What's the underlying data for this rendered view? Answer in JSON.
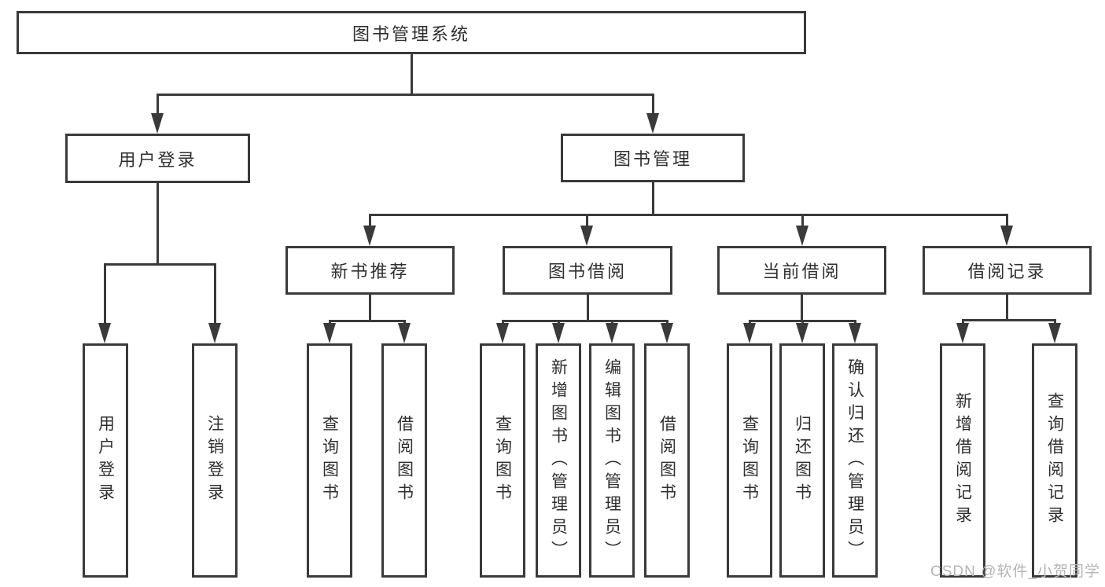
{
  "diagram": {
    "root": {
      "label": "图书管理系统"
    },
    "level2": [
      {
        "label": "用户登录"
      },
      {
        "label": "图书管理"
      }
    ],
    "level3": [
      {
        "label": "新书推荐"
      },
      {
        "label": "图书借阅"
      },
      {
        "label": "当前借阅"
      },
      {
        "label": "借阅记录"
      }
    ],
    "leaves": {
      "user_login": [
        "用户登录",
        "注销登录"
      ],
      "new_book": [
        "查询图书",
        "借阅图书"
      ],
      "book_borrow": [
        "查询图书",
        "新增图书（管理员）",
        "编辑图书（管理员）",
        "借阅图书"
      ],
      "current_borrow": [
        "查询图书",
        "归还图书",
        "确认归还（管理员）"
      ],
      "borrow_record": [
        "新增借阅记录",
        "查询借阅记录"
      ]
    }
  },
  "watermark": {
    "text": "CSDN @软件_小贺同学"
  },
  "colors": {
    "line": "#3a3a3a",
    "text": "#2f2f2f",
    "watermark": "#b5b5b5",
    "background": "#ffffff"
  }
}
